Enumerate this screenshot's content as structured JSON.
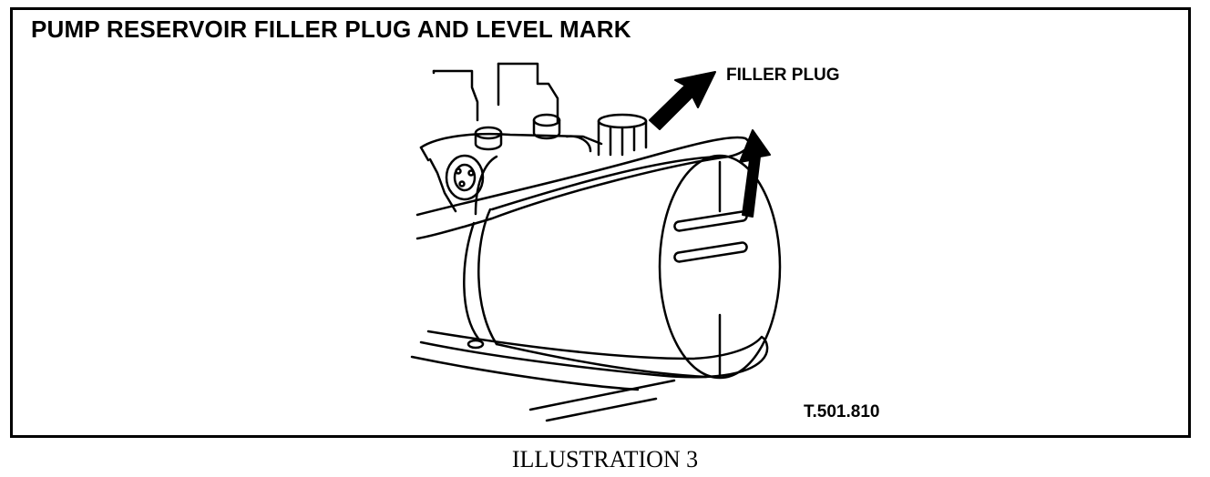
{
  "figure": {
    "title": "PUMP RESERVOIR FILLER PLUG AND LEVEL MARK",
    "callouts": {
      "filler_plug": "FILLER PLUG"
    },
    "figure_number": "T.501.810"
  },
  "caption": "ILLUSTRATION 3",
  "colors": {
    "line": "#000000",
    "background": "#ffffff"
  }
}
